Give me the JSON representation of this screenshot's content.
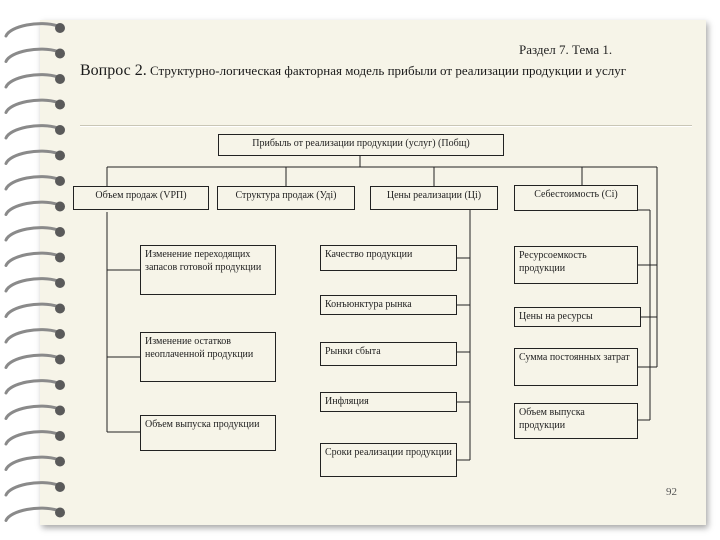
{
  "slide": {
    "section_header": "Раздел 7. Тема 1.",
    "question_label": "Вопрос 2.",
    "question_text": "Структурно-логическая факторная модель прибыли от реализации продукции и услуг",
    "page_number": "92"
  },
  "diagram": {
    "root": "Прибыль от реализации продукции (услуг) (Побщ)",
    "level1": [
      "Объем продаж (VРП)",
      "Структура продаж (Удi)",
      "Цены реализации (Цi)",
      "Себестоимость (Сi)"
    ],
    "volume_factors": [
      "Изменение переходящих запасов готовой продукции",
      "Изменение остатков неоплаченной продукции",
      "Объем выпуска продукции"
    ],
    "price_factors": [
      "Качество продукции",
      "Конъюнктура рынка",
      "Рынки сбыта",
      "Инфляция",
      "Сроки реализации продукции"
    ],
    "cost_factors": [
      "Ресурсоемкость продукции",
      "Цены на ресурсы",
      "Сумма постоянных затрат",
      "Объем выпуска продукции"
    ]
  }
}
